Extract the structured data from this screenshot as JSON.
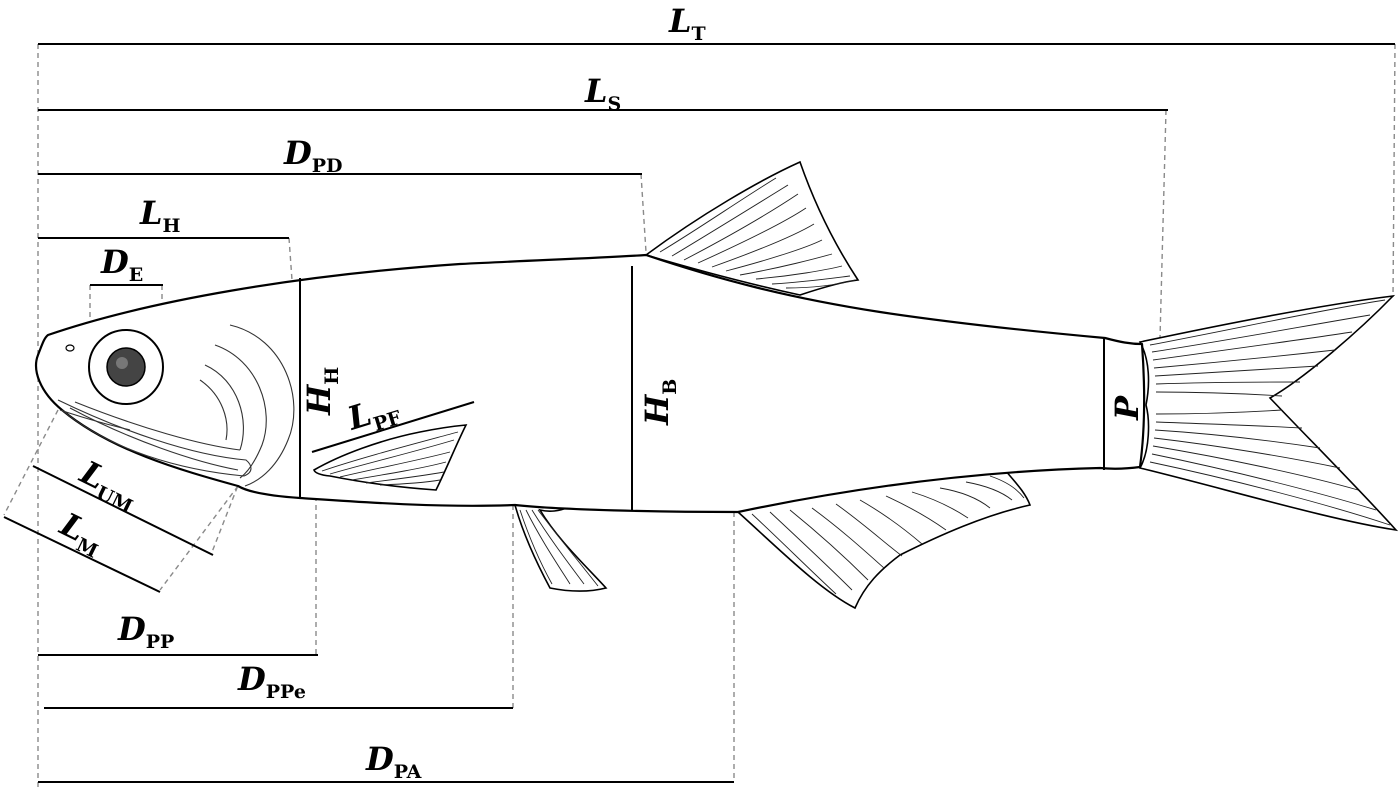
{
  "labels": {
    "lt": {
      "main": "L",
      "sub": "T"
    },
    "ls": {
      "main": "L",
      "sub": "S"
    },
    "dpd": {
      "main": "D",
      "sub": "PD"
    },
    "lh": {
      "main": "L",
      "sub": "H"
    },
    "de": {
      "main": "D",
      "sub": "E"
    },
    "hh": {
      "main": "H",
      "sub": "H"
    },
    "lpf": {
      "main": "L",
      "sub": "PF"
    },
    "hb": {
      "main": "H",
      "sub": "B"
    },
    "p": {
      "main": "P",
      "sub": ""
    },
    "lum": {
      "main": "L",
      "sub": "UM"
    },
    "lm": {
      "main": "L",
      "sub": "M"
    },
    "dpp": {
      "main": "D",
      "sub": "PP"
    },
    "dppe": {
      "main": "D",
      "sub": "PPe"
    },
    "dpa": {
      "main": "D",
      "sub": "PA"
    }
  }
}
